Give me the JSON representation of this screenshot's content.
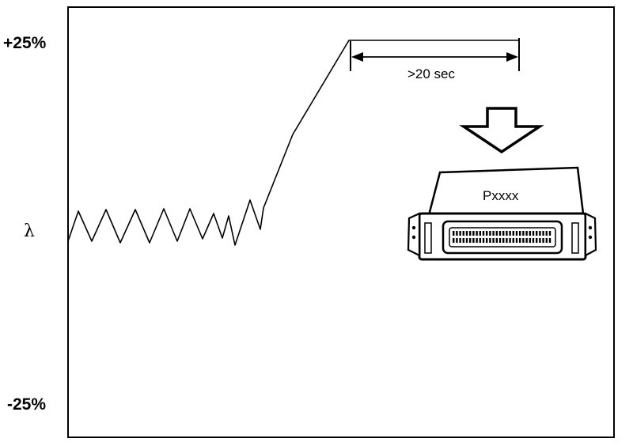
{
  "y_axis": {
    "top_label": "+25%",
    "mid_label": "λ",
    "bottom_label": "-25%"
  },
  "annotation": {
    "duration_label": ">20 sec"
  },
  "ecu": {
    "label": "Pxxxx",
    "icon": "ecu-module-icon"
  },
  "arrow_icon": "down-arrow-icon",
  "colors": {
    "stroke": "#000000",
    "background": "#ffffff"
  }
}
